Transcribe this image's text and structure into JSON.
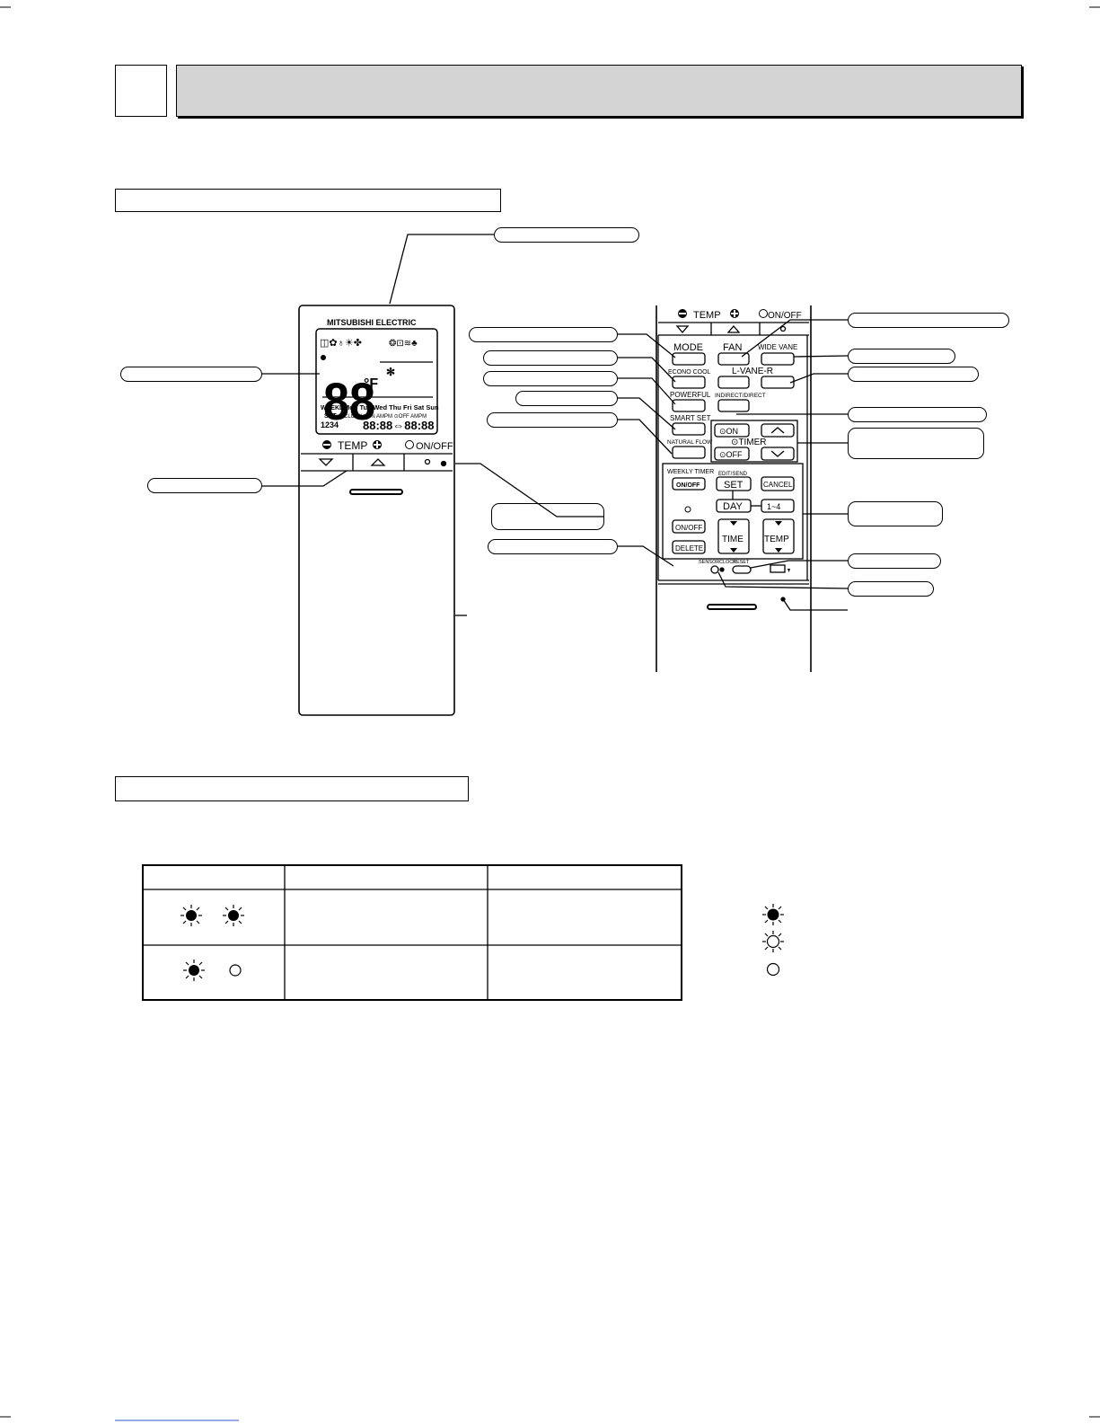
{
  "remote_front": {
    "brand": "MITSUBISHI ELECTRIC",
    "display_digits": "88",
    "display_unit": "°F",
    "weekly_label": "WEEKLY",
    "days": "Mon Tue Wed Thu Fri Sat Sun",
    "set_label": "SET",
    "timer_row": "CLOCK⊙ON AMPM ⊙OFF AMPM",
    "timer_nums": "1234",
    "timer_digits": "88:88⇔88:88",
    "temp_label": "TEMP",
    "onoff_label": "ON/OFF"
  },
  "remote_inner": {
    "temp_label": "TEMP",
    "onoff_label": "ON/OFF",
    "mode": "MODE",
    "fan": "FAN",
    "wide_vane": "WIDE VANE",
    "econo_cool": "ECONO COOL",
    "lvane_r": "L-VANE-R",
    "powerful": "POWERFUL",
    "indirect_direct": "INDIRECT/DIRECT",
    "smart_set": "SMART SET",
    "timer_on": "⊙ON",
    "timer": "⊙TIMER",
    "timer_off": "⊙OFF",
    "natural_flow": "NATURAL FLOW",
    "weekly_timer": "WEEKLY TIMER",
    "weekly_onoff": "ON/OFF",
    "edit_send": "EDIT/SEND",
    "set": "SET",
    "cancel": "CANCEL",
    "day": "DAY",
    "one_to_four": "1~4",
    "onoff": "ON/OFF",
    "delete": "DELETE",
    "time": "TIME",
    "temp": "TEMP",
    "sensor": "SENSOR",
    "clock": "CLOCK",
    "reset": "RESET"
  }
}
